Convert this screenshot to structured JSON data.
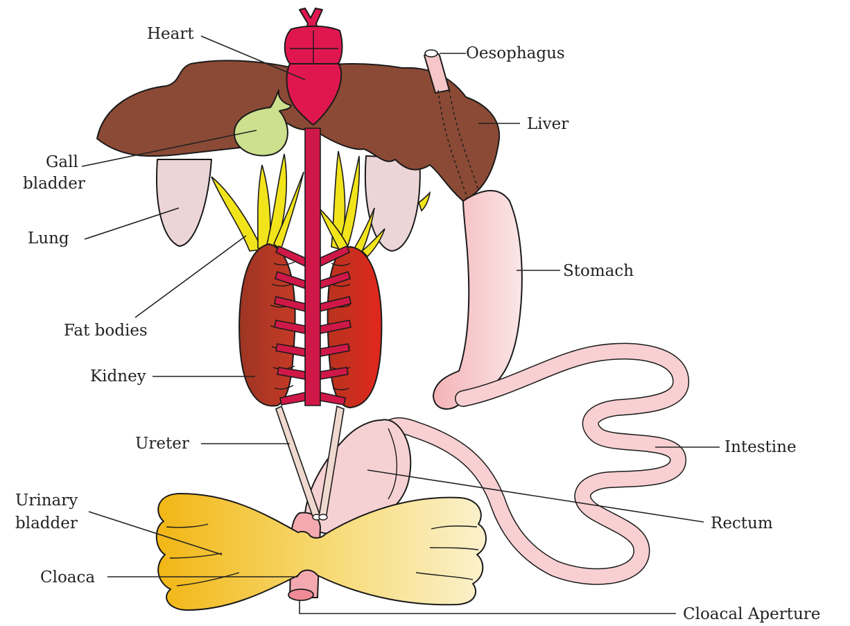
{
  "labels": {
    "heart": "Heart",
    "oesophagus": "Oesophagus",
    "liver": "Liver",
    "gall_bladder_line1": "Gall",
    "gall_bladder_line2": "bladder",
    "lung": "Lung",
    "stomach": "Stomach",
    "fat_bodies": "Fat bodies",
    "kidney": "Kidney",
    "ureter": "Ureter",
    "intestine": "Intestine",
    "urinary_bladder_line1": "Urinary",
    "urinary_bladder_line2": "bladder",
    "rectum": "Rectum",
    "cloaca": "Cloaca",
    "cloacal_aperture": "Cloacal Aperture"
  },
  "colors": {
    "heart": "#e0174f",
    "liver": "#8b4a35",
    "gall_bladder": "#cde08e",
    "lung": "#ecd4d6",
    "fat_bodies": "#f2e41b",
    "kidney": "#b8301f",
    "dorsal_aorta": "#d01848",
    "gut": "#f6c6c8",
    "urinary_bladder": "#f6c93a"
  }
}
